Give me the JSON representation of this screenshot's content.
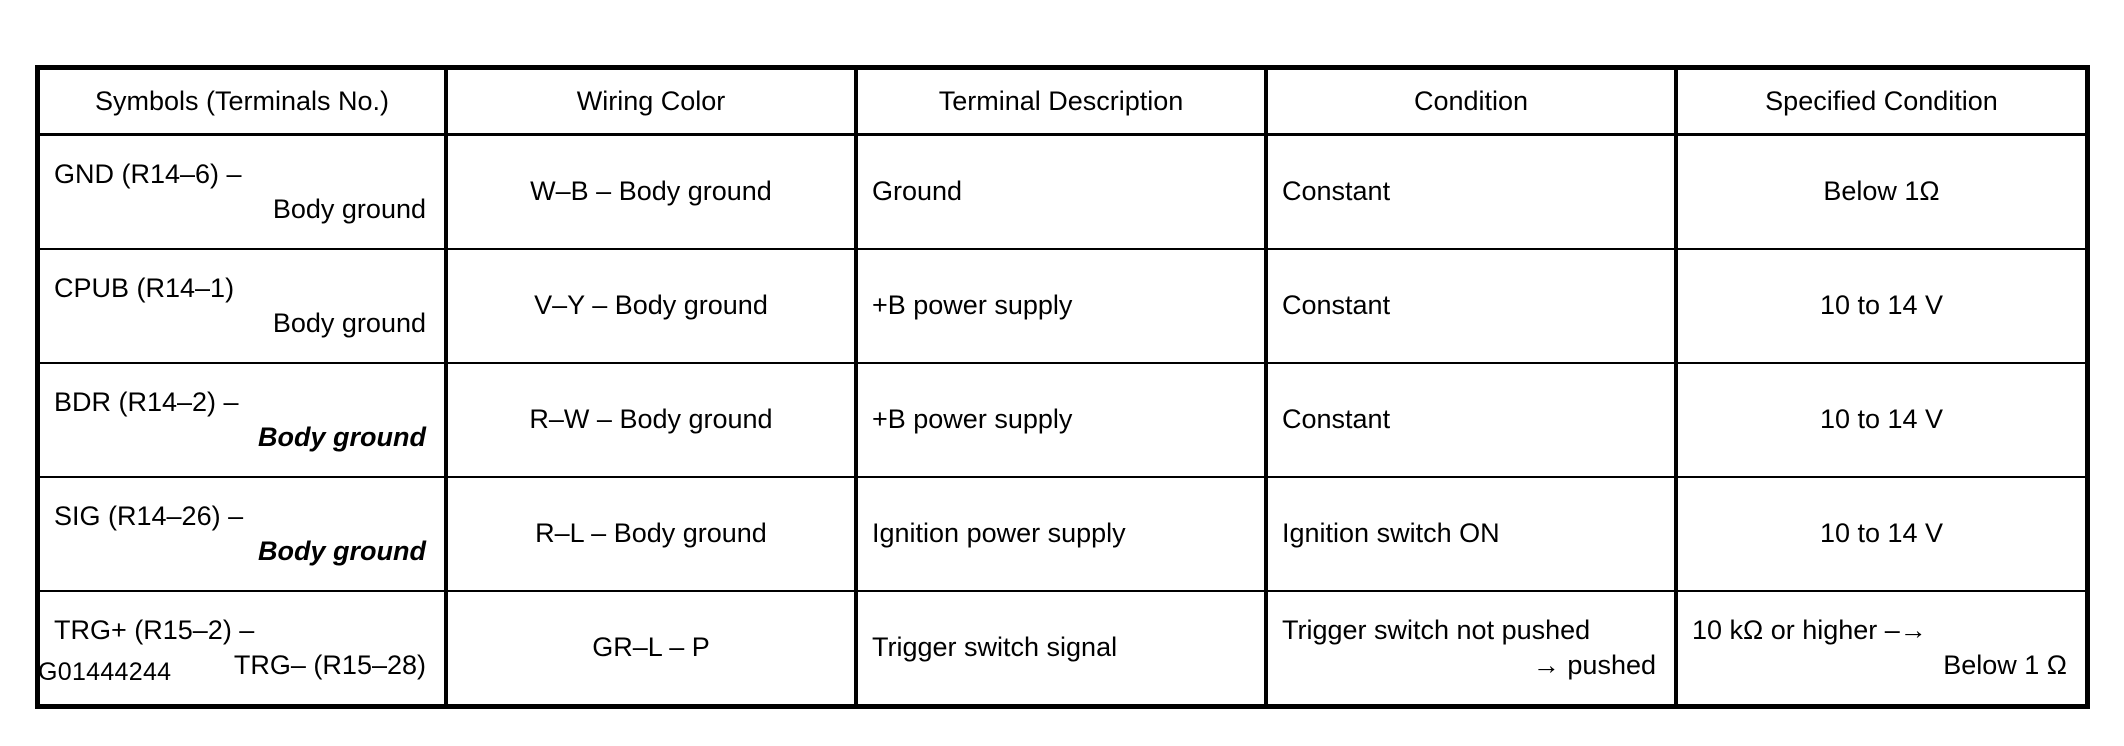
{
  "table": {
    "headers": [
      "Symbols (Terminals No.)",
      "Wiring Color",
      "Terminal Description",
      "Condition",
      "Specified Condition"
    ],
    "rows": [
      {
        "symbol_line1": "GND (R14–6) –",
        "symbol_line2": "Body ground",
        "wiring_color": "W–B – Body ground",
        "terminal_description": "Ground",
        "condition_line1": "Constant",
        "condition_line2": "",
        "specified_line1": "Below 1Ω",
        "specified_line2": ""
      },
      {
        "symbol_line1": "CPUB (R14–1)",
        "symbol_line2": "Body ground",
        "wiring_color": "V–Y – Body ground",
        "terminal_description": "+B  power supply",
        "condition_line1": "Constant",
        "condition_line2": "",
        "specified_line1": "10 to 14 V",
        "specified_line2": ""
      },
      {
        "symbol_line1": "BDR (R14–2) –",
        "symbol_line2": "Body ground",
        "wiring_color": "R–W – Body ground",
        "terminal_description": "+B  power supply",
        "condition_line1": "Constant",
        "condition_line2": "",
        "specified_line1": "10 to 14 V",
        "specified_line2": ""
      },
      {
        "symbol_line1": "SIG (R14–26) –",
        "symbol_line2": "Body ground",
        "wiring_color": "R–L – Body ground",
        "terminal_description": "Ignition power supply",
        "condition_line1": "Ignition switch ON",
        "condition_line2": "",
        "specified_line1": "10 to 14 V",
        "specified_line2": ""
      },
      {
        "symbol_line1": "TRG+ (R15–2) –",
        "symbol_line2": "TRG– (R15–28)",
        "wiring_color": "GR–L – P",
        "terminal_description": "Trigger switch signal",
        "condition_line1": "Trigger switch not pushed",
        "condition_line2": "→ pushed",
        "specified_line1": "10 kΩ or higher –→",
        "specified_line2": "Below 1 Ω"
      }
    ]
  },
  "caption": "G01444244"
}
